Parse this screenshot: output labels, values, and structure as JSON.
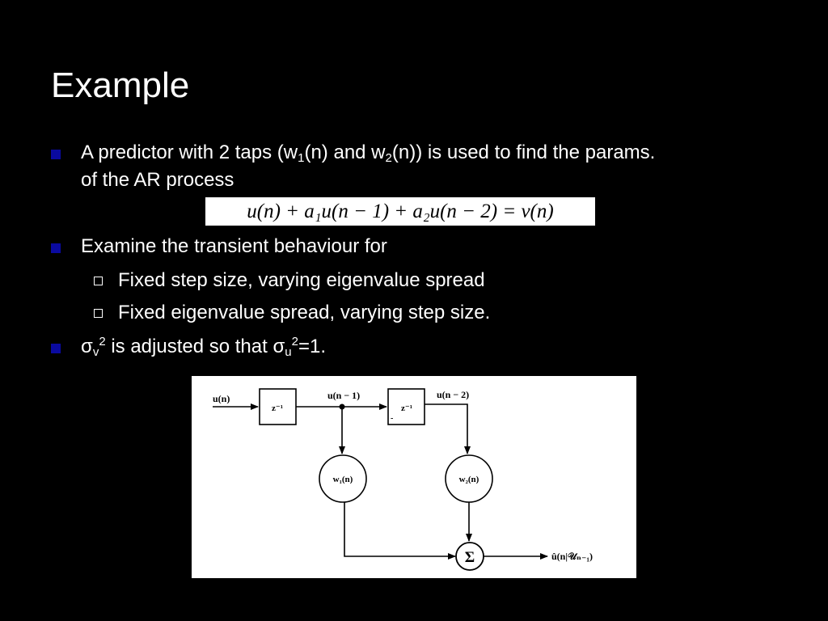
{
  "slide": {
    "title": "Example",
    "bullets": [
      {
        "line1_a": "A predictor with 2 taps (w",
        "line1_sub1": "1",
        "line1_b": "(n) and w",
        "line1_sub2": "2",
        "line1_c": "(n)) is used to find the params.",
        "line2": "of the AR process"
      },
      {
        "text": "Examine the transient behaviour for"
      },
      {
        "sigma_v": "σ",
        "sub_v": "v",
        "sup_v": "2",
        "mid": " is adjusted so that σ",
        "sub_u": "u",
        "sup_u": "2",
        "end": "=1."
      }
    ],
    "sub_bullets": [
      {
        "text": "Fixed step size, varying eigenvalue spread"
      },
      {
        "text": "Fixed eigenvalue spread, varying step size."
      }
    ],
    "equation": "u(n) + a₁u(n − 1) + a₂u(n − 2) = ν(n)"
  },
  "diagram": {
    "input_label": "u(n)",
    "delay1_label": "z⁻¹",
    "delay2_label": "z⁻¹",
    "tap1_signal": "u(n − 1)",
    "tap2_signal": "u(n − 2)",
    "weight1": "w₁(n)",
    "weight2": "w₂(n)",
    "sum_symbol": "Σ",
    "output_label": "û(n|𝒰ₙ₋₁)",
    "small_mark": "-"
  }
}
